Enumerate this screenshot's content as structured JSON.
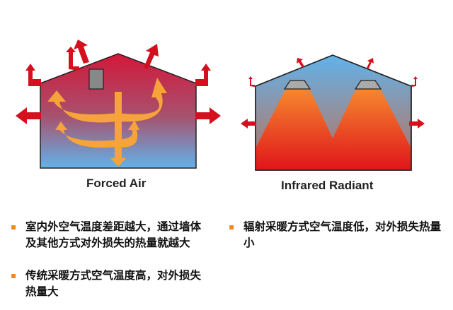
{
  "diagrams": [
    {
      "caption": "Forced Air"
    },
    {
      "caption": "Infrared Radiant"
    }
  ],
  "bullets_left": [
    {
      "marker": "▪",
      "text": "室内外空气温度差距越大，通过墙体及其他方式对外损失的热量就越大"
    },
    {
      "marker": "▪",
      "text": "传统采暖方式空气温度高，对外损失热量大"
    }
  ],
  "bullets_right": [
    {
      "marker": "▪",
      "text": "辐射采暖方式空气温度低，对外损失热量小"
    }
  ],
  "colors": {
    "heat": "#d4101e",
    "warm_air": "#f5a33a",
    "cool": "#6ab4e6",
    "bullet": "#f08a1c"
  }
}
